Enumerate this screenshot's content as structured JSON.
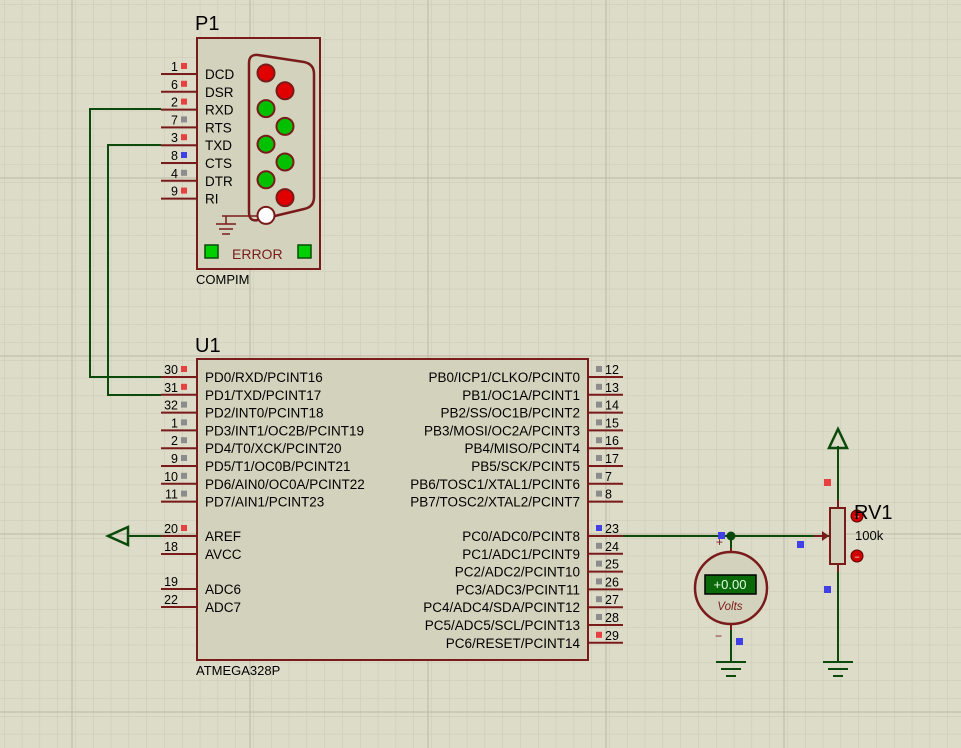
{
  "colors": {
    "background": "#dcdcc8",
    "grid": "#c6c6b4",
    "component_outline": "#7a1b1b",
    "component_fill": "#d3d3bd",
    "wire": "#0b4a0b",
    "led_red": "#e00000",
    "led_green": "#00c000",
    "pin_marker_red": "#e64040",
    "pin_marker_blue": "#4040e6",
    "pin_marker_gray": "#8c8c8c",
    "meter_display": "#0a6a0a"
  },
  "compim": {
    "ref": "P1",
    "part": "COMPIM",
    "error_label": "ERROR",
    "pins": [
      {
        "num": "1",
        "name": "DCD",
        "marker": "red"
      },
      {
        "num": "6",
        "name": "DSR",
        "marker": "red"
      },
      {
        "num": "2",
        "name": "RXD",
        "marker": "red"
      },
      {
        "num": "7",
        "name": "RTS",
        "marker": "gray"
      },
      {
        "num": "3",
        "name": "TXD",
        "marker": "red"
      },
      {
        "num": "8",
        "name": "CTS",
        "marker": "blue"
      },
      {
        "num": "4",
        "name": "DTR",
        "marker": "gray"
      },
      {
        "num": "9",
        "name": "RI",
        "marker": "red"
      }
    ],
    "leds": [
      "red",
      "red",
      "green",
      "green",
      "green",
      "green",
      "green",
      "red",
      "off"
    ]
  },
  "mcu": {
    "ref": "U1",
    "part": "ATMEGA328P",
    "left_pins": [
      {
        "num": "30",
        "name": "PD0/RXD/PCINT16",
        "marker": "red"
      },
      {
        "num": "31",
        "name": "PD1/TXD/PCINT17",
        "marker": "red"
      },
      {
        "num": "32",
        "name": "PD2/INT0/PCINT18",
        "marker": "gray"
      },
      {
        "num": "1",
        "name": "PD3/INT1/OC2B/PCINT19",
        "marker": "gray"
      },
      {
        "num": "2",
        "name": "PD4/T0/XCK/PCINT20",
        "marker": "gray"
      },
      {
        "num": "9",
        "name": "PD5/T1/OC0B/PCINT21",
        "marker": "gray"
      },
      {
        "num": "10",
        "name": "PD6/AIN0/OC0A/PCINT22",
        "marker": "gray"
      },
      {
        "num": "11",
        "name": "PD7/AIN1/PCINT23",
        "marker": "gray"
      }
    ],
    "left_pins_lower": [
      {
        "num": "20",
        "name": "AREF",
        "marker": "red"
      },
      {
        "num": "18",
        "name": "AVCC",
        "marker": "none"
      },
      {
        "num": "19",
        "name": "ADC6",
        "marker": "none"
      },
      {
        "num": "22",
        "name": "ADC7",
        "marker": "none"
      }
    ],
    "right_pins": [
      {
        "num": "12",
        "name": "PB0/ICP1/CLKO/PCINT0",
        "marker": "gray"
      },
      {
        "num": "13",
        "name": "PB1/OC1A/PCINT1",
        "marker": "gray"
      },
      {
        "num": "14",
        "name": "PB2/SS/OC1B/PCINT2",
        "marker": "gray"
      },
      {
        "num": "15",
        "name": "PB3/MOSI/OC2A/PCINT3",
        "marker": "gray"
      },
      {
        "num": "16",
        "name": "PB4/MISO/PCINT4",
        "marker": "gray"
      },
      {
        "num": "17",
        "name": "PB5/SCK/PCINT5",
        "marker": "gray"
      },
      {
        "num": "7",
        "name": "PB6/TOSC1/XTAL1/PCINT6",
        "marker": "gray"
      },
      {
        "num": "8",
        "name": "PB7/TOSC2/XTAL2/PCINT7",
        "marker": "gray"
      }
    ],
    "right_pins_lower": [
      {
        "num": "23",
        "name": "PC0/ADC0/PCINT8",
        "marker": "blue"
      },
      {
        "num": "24",
        "name": "PC1/ADC1/PCINT9",
        "marker": "gray"
      },
      {
        "num": "25",
        "name": "PC2/ADC2/PCINT10",
        "marker": "gray"
      },
      {
        "num": "26",
        "name": "PC3/ADC3/PCINT11",
        "marker": "gray"
      },
      {
        "num": "27",
        "name": "PC4/ADC4/SDA/PCINT12",
        "marker": "gray"
      },
      {
        "num": "28",
        "name": "PC5/ADC5/SCL/PCINT13",
        "marker": "gray"
      },
      {
        "num": "29",
        "name": "PC6/RESET/PCINT14",
        "marker": "red"
      }
    ]
  },
  "voltmeter": {
    "reading": "+0.00",
    "unit_label": "Volts",
    "plus": "+",
    "minus": "−"
  },
  "pot": {
    "ref": "RV1",
    "value": "100k"
  }
}
